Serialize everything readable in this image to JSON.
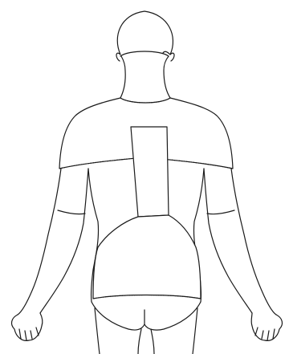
{
  "figure": {
    "kind": "body-back-outline",
    "line_color": "#1a1a1a",
    "background": "#ffffff",
    "regions": [
      "upper-back-shoulder-region",
      "spine-strip-region",
      "lower-back-region",
      "buttocks-region"
    ]
  }
}
